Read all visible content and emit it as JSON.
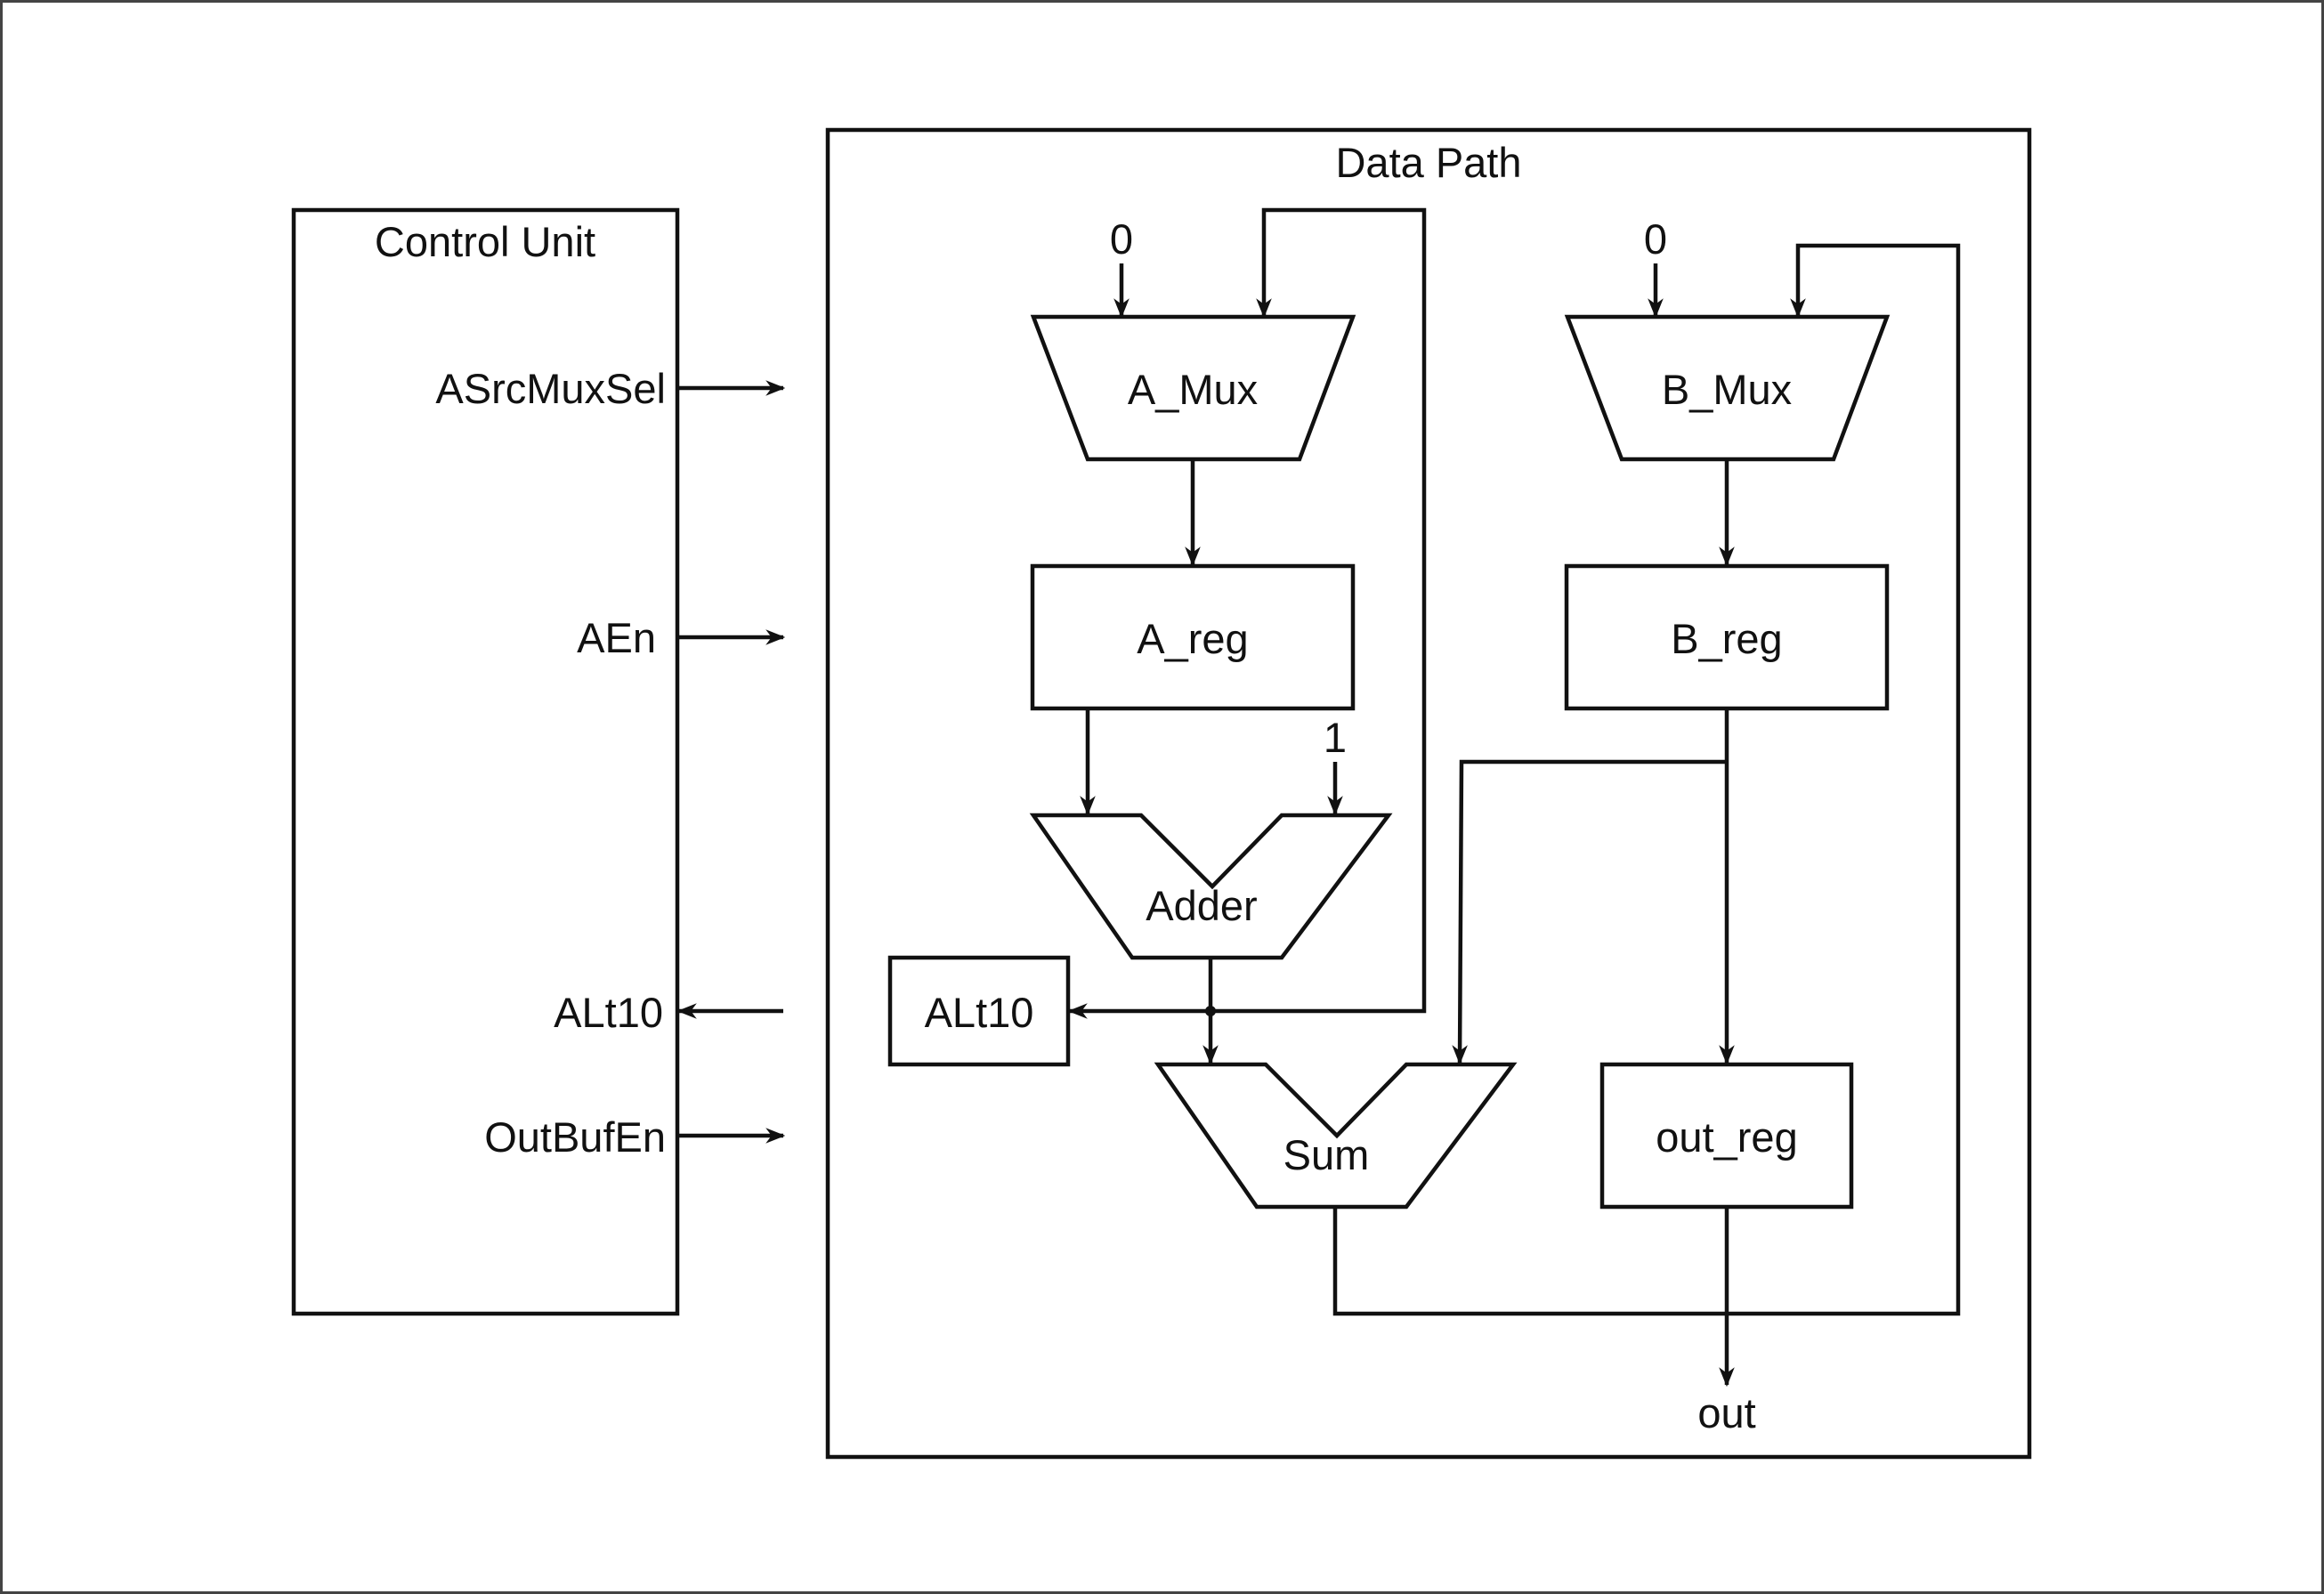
{
  "colors": {
    "line": "#111111",
    "background": "#ffffff",
    "border": "#444444"
  },
  "control_unit": {
    "title": "Control Unit",
    "signals": {
      "asrcmuxsel": "ASrcMuxSel",
      "aen": "AEn",
      "alt10": "ALt10",
      "outbufen": "OutBufEn"
    }
  },
  "data_path": {
    "title": "Data Path",
    "a_mux": {
      "label": "A_Mux",
      "const_input": "0"
    },
    "b_mux": {
      "label": "B_Mux",
      "const_input": "0"
    },
    "a_reg": "A_reg",
    "b_reg": "B_reg",
    "adder": {
      "label": "Adder",
      "const_input": "1"
    },
    "sum": "Sum",
    "alt10_comparator": "ALt10",
    "out_reg": "out_reg",
    "output": "out"
  }
}
